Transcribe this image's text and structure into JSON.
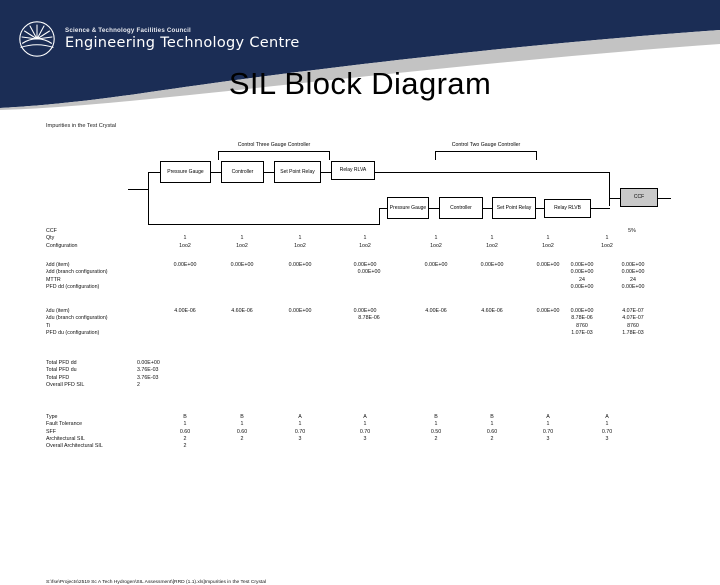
{
  "header": {
    "org_small": "Science & Technology Facilities Council",
    "org_large": "Engineering Technology Centre",
    "logo_icon": "sunburst-over-horizon-logo",
    "banner_color": "#1b2d55",
    "swoosh_color": "#c3c3c3"
  },
  "slide": {
    "title": "SIL Block Diagram"
  },
  "sheet": {
    "heading": "Impurities in the Test Crystal",
    "footer_path": "S:\\fse\\Projects\\2519 Sc A Tech Hydrogen\\SIL Assessment\\[RRD (1.1).xls]Impurities in the Test Crystal"
  },
  "diagram": {
    "bracket_labels": [
      "Control Three Gauge Controller",
      "Control Two Gauge Controller"
    ],
    "row1_blocks": [
      "Pressure Gauge",
      "Controller",
      "Set Point Relay",
      "Relay RLVA"
    ],
    "row2_blocks": [
      "Pressure Gauge",
      "Controller",
      "Set Point Relay",
      "Relay RLVB"
    ],
    "ccf_block": "CCF"
  },
  "table": {
    "group1_labels": [
      "CCF",
      "Qty",
      "Configuration"
    ],
    "group2_labels": [
      "λdd (item)",
      "λdd (branch configuration)",
      "MTTR",
      "PFD dd (configuration)"
    ],
    "group3_labels": [
      "λdu (item)",
      "λdu (branch configuration)",
      "Ti",
      "PFD du (configuration)"
    ],
    "group4_labels": [
      "Total PFD dd",
      "Total PFD du",
      "Total PFD",
      "Overall PFD SIL"
    ],
    "group5_labels": [
      "Type",
      "Fault Tolerance",
      "SFF",
      "Architectural SIL",
      "Overall Architectural SIL"
    ],
    "ccf_percent": "5%",
    "columns": [
      {
        "qty": "1",
        "configuration": "1oo2",
        "lambda_dd_item": "0.00E+00",
        "lambda_dd_branch": "",
        "mttr": "",
        "pfd_dd": "",
        "lambda_du_item": "4.00E-06",
        "lambda_du_branch": "",
        "ti": "",
        "pfd_du": "",
        "type": "B",
        "fault_tolerance": "1",
        "sff": "0.60",
        "arch_sil": "2"
      },
      {
        "qty": "1",
        "configuration": "1oo2",
        "lambda_dd_item": "0.00E+00",
        "lambda_dd_branch": "",
        "mttr": "",
        "pfd_dd": "",
        "lambda_du_item": "4.60E-06",
        "lambda_du_branch": "",
        "ti": "",
        "pfd_du": "",
        "type": "B",
        "fault_tolerance": "1",
        "sff": "0.60",
        "arch_sil": "2"
      },
      {
        "qty": "1",
        "configuration": "1oo2",
        "lambda_dd_item": "0.00E+00",
        "lambda_dd_branch": "",
        "mttr": "",
        "pfd_dd": "",
        "lambda_du_item": "0.00E+00",
        "lambda_du_branch": "",
        "ti": "",
        "pfd_du": "",
        "type": "A",
        "fault_tolerance": "1",
        "sff": "0.70",
        "arch_sil": "3"
      },
      {
        "qty": "1",
        "configuration": "1oo2",
        "lambda_dd_item": "0.00E+00",
        "lambda_dd_branch": "0.00E+00",
        "mttr": "",
        "pfd_dd": "",
        "lambda_du_item": "0.00E+00",
        "lambda_du_branch": "8.78E-06",
        "ti": "",
        "pfd_du": "",
        "type": "A",
        "fault_tolerance": "1",
        "sff": "0.70",
        "arch_sil": "3"
      },
      {
        "qty": "1",
        "configuration": "1oo2",
        "lambda_dd_item": "0.00E+00",
        "lambda_dd_branch": "",
        "mttr": "",
        "pfd_dd": "",
        "lambda_du_item": "4.00E-06",
        "lambda_du_branch": "",
        "ti": "",
        "pfd_du": "",
        "type": "B",
        "fault_tolerance": "1",
        "sff": "0.50",
        "arch_sil": "2"
      },
      {
        "qty": "1",
        "configuration": "1oo2",
        "lambda_dd_item": "0.00E+00",
        "lambda_dd_branch": "",
        "mttr": "",
        "pfd_dd": "",
        "lambda_du_item": "4.60E-06",
        "lambda_du_branch": "",
        "ti": "",
        "pfd_du": "",
        "type": "B",
        "fault_tolerance": "1",
        "sff": "0.60",
        "arch_sil": "2"
      },
      {
        "qty": "1",
        "configuration": "1oo2",
        "lambda_dd_item": "0.00E+00",
        "lambda_dd_branch": "",
        "mttr": "",
        "pfd_dd": "",
        "lambda_du_item": "0.00E+00",
        "lambda_du_branch": "",
        "ti": "",
        "pfd_du": "",
        "type": "A",
        "fault_tolerance": "1",
        "sff": "0.70",
        "arch_sil": "3"
      },
      {
        "qty": "1",
        "configuration": "1oo2",
        "lambda_dd_item": "0.00E+00",
        "lambda_dd_branch": "0.00E+00",
        "mttr": "24",
        "pfd_dd": "0.00E+00",
        "lambda_du_item": "0.00E+00",
        "lambda_du_branch": "8.78E-06",
        "ti": "8760",
        "pfd_du": "1.07E-03",
        "type": "A",
        "fault_tolerance": "1",
        "sff": "0.70",
        "arch_sil": "3"
      },
      {
        "qty": "",
        "configuration": "",
        "lambda_dd_item": "0.00E+00",
        "lambda_dd_branch": "0.00E+00",
        "mttr": "24",
        "pfd_dd": "0.00E+00",
        "lambda_du_item": "4.07E-07",
        "lambda_du_branch": "4.07E-07",
        "ti": "8760",
        "pfd_du": "1.78E-03",
        "type": "",
        "fault_tolerance": "",
        "sff": "",
        "arch_sil": ""
      }
    ],
    "totals": {
      "total_pfd_dd": "0.00E+00",
      "total_pfd_du": "3.76E-03",
      "total_pfd": "3.76E-03",
      "overall_pfd_sil": "2"
    },
    "overall_arch_sil": "2"
  }
}
